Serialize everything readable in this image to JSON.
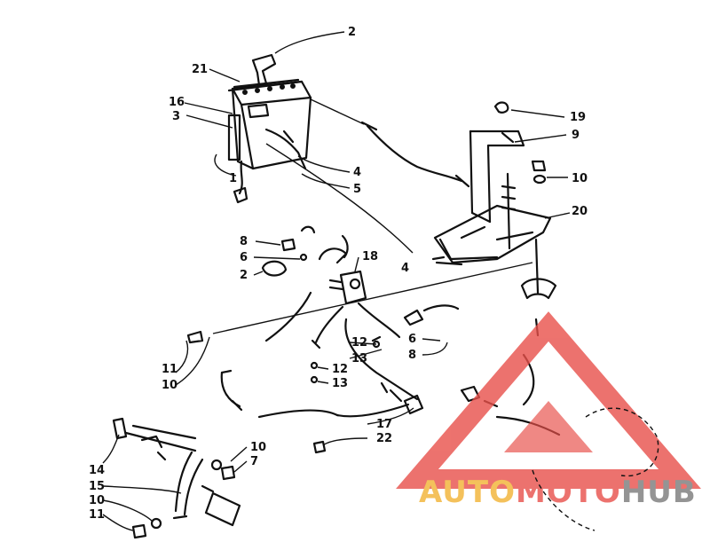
{
  "diagram": {
    "labels": [
      "2",
      "21",
      "16",
      "3",
      "1",
      "4",
      "5",
      "19",
      "9",
      "10",
      "20",
      "8",
      "6",
      "2",
      "18",
      "4",
      "11",
      "10",
      "12",
      "13",
      "12",
      "13",
      "6",
      "8",
      "17",
      "22",
      "14",
      "15",
      "10",
      "7",
      "10",
      "11"
    ]
  },
  "watermark": {
    "part1": "AUTO",
    "part2": "MOTO",
    "part3": "HUB",
    "color_orange": "#f2b233",
    "color_red": "#e8504a",
    "color_gray": "#7a7a7a"
  }
}
